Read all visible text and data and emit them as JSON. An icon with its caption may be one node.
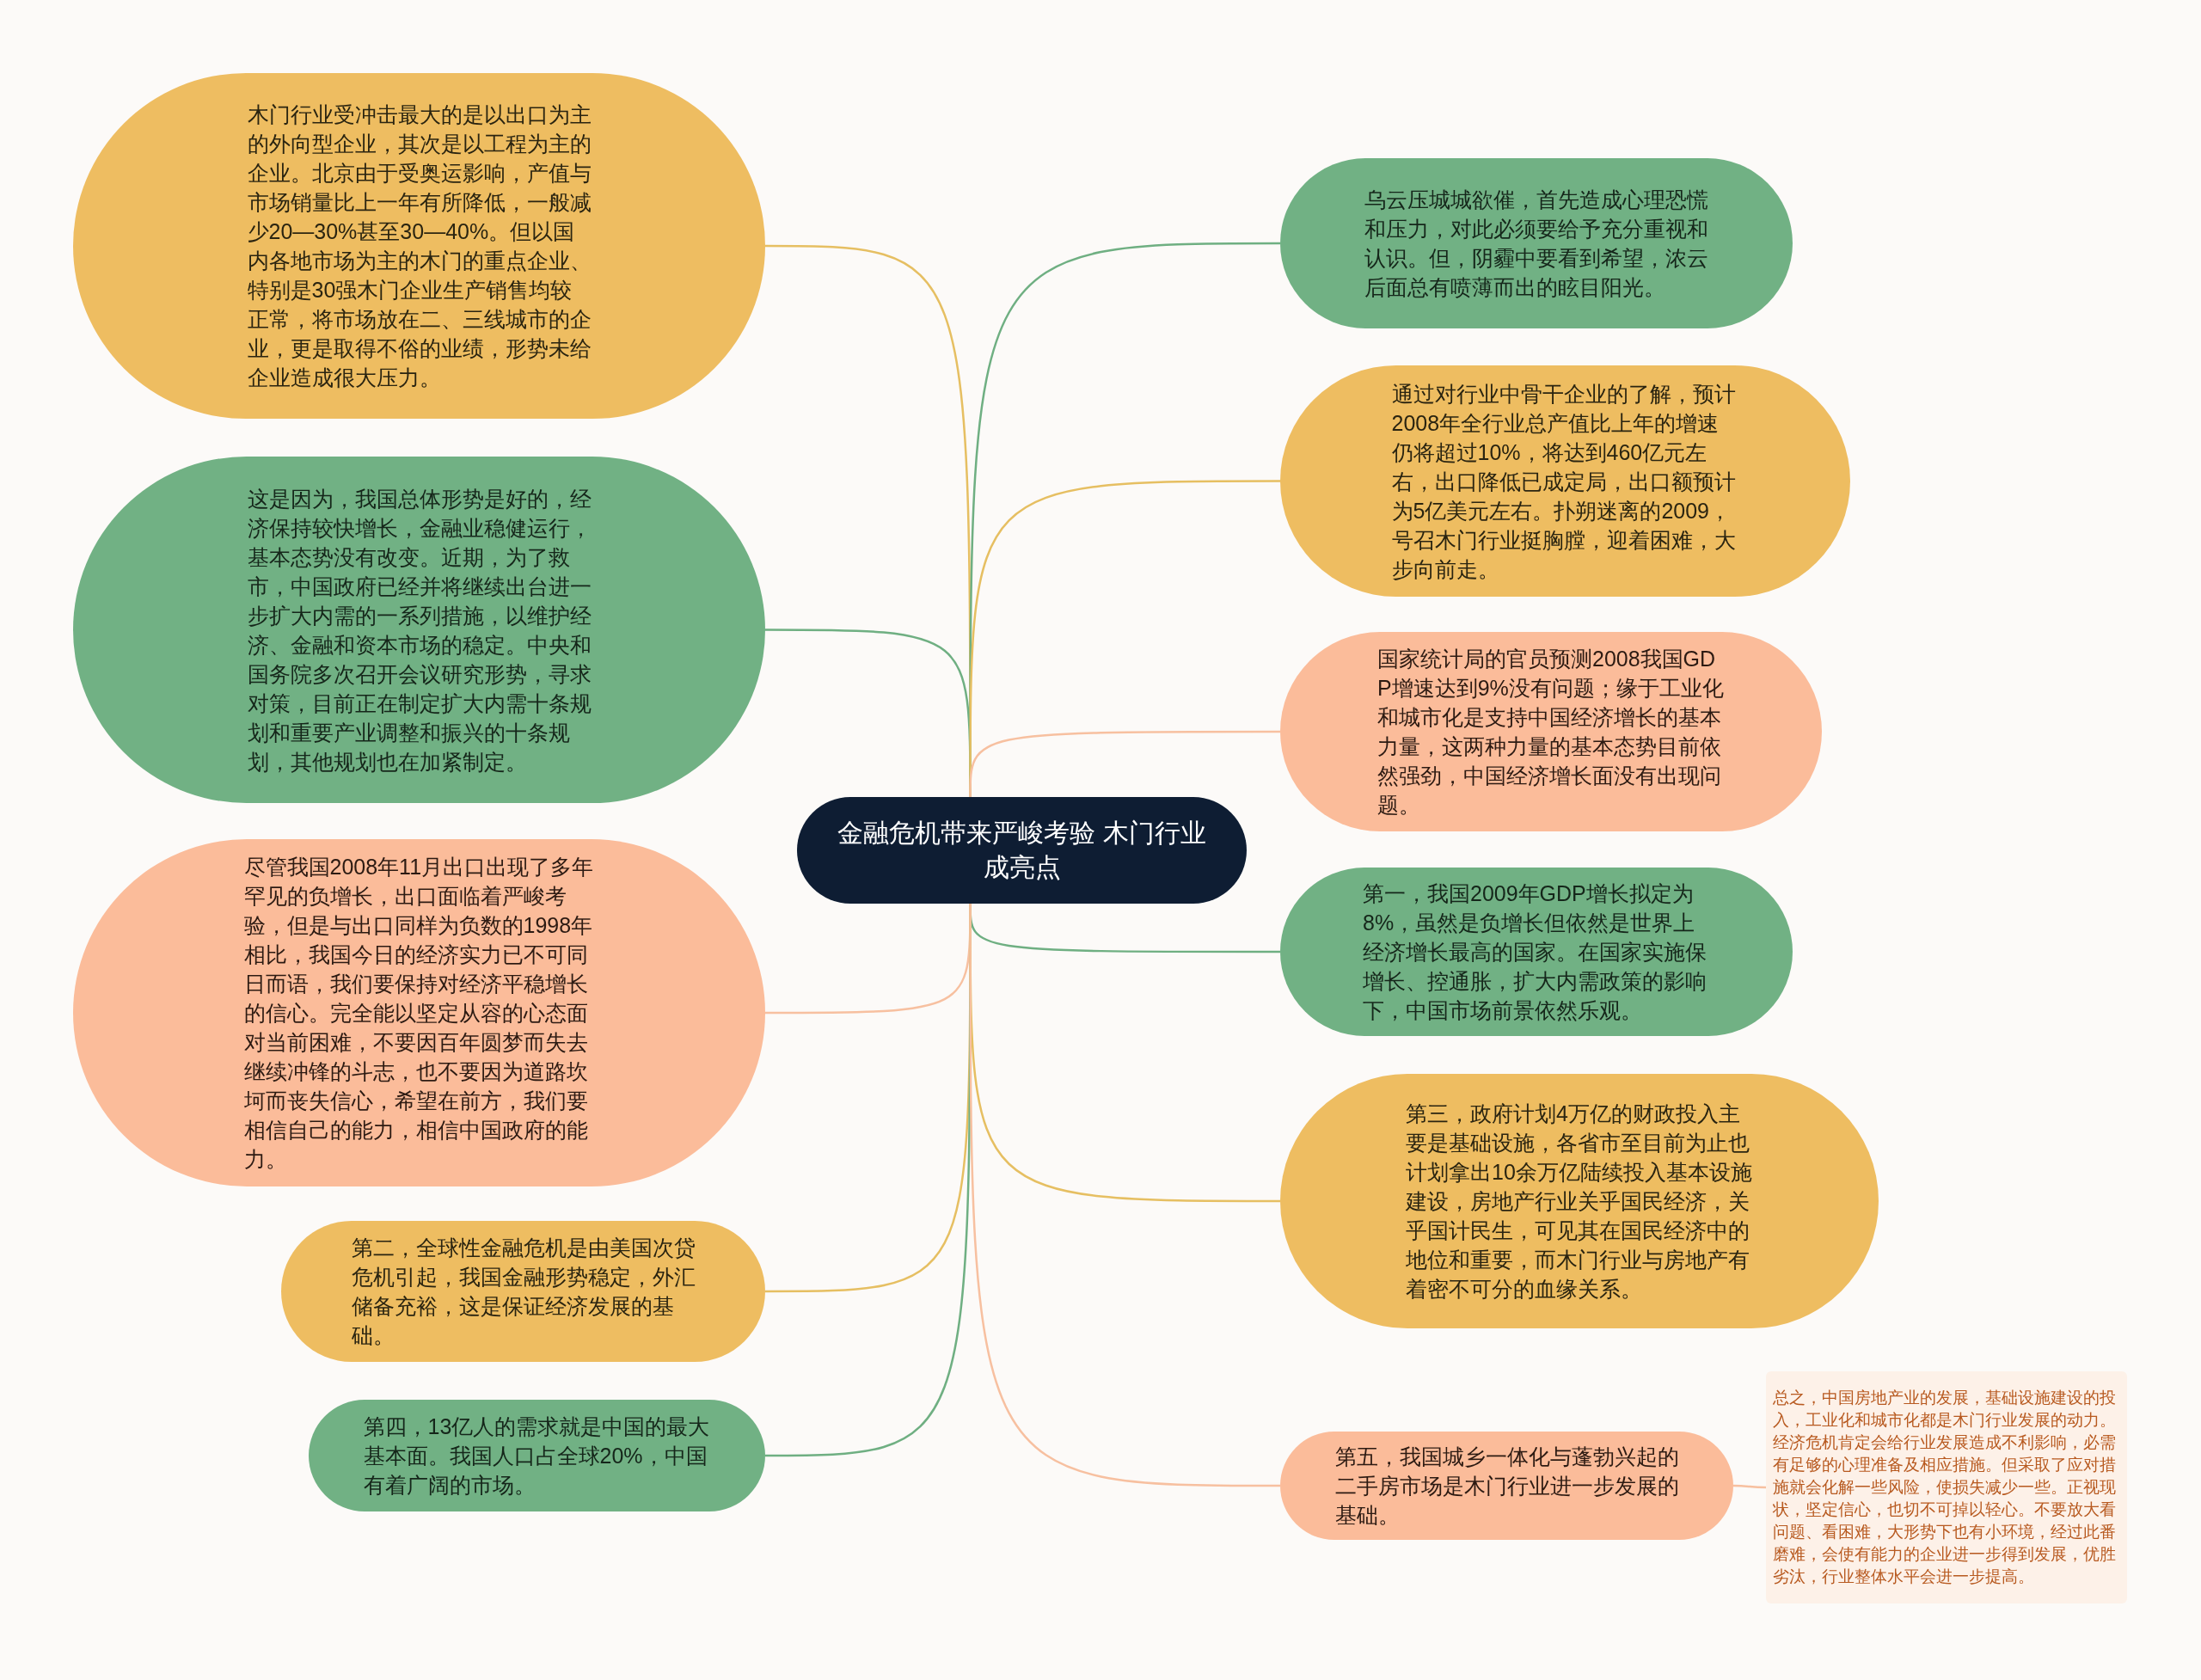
{
  "diagram": {
    "nodes": [
      {
        "text": [
          "金融危机带来严峻考验 木门行业成亮点"
        ]
      },
      {
        "text": [
          "木门行业受冲击最大的是以出口为主的外向型企业，其次是以工程为主的企业。北京由于受奥运影响，产值与市场销量比上一年有所降低，一般减少20—30%甚至30—40%。但以国内各地市场为主的木门的重点企业、特别是30强木门企业生产销售均较正常，将市场放在二、三线城市的企业，更是取得不俗的业绩，形势未给企业造成很大压力。"
        ]
      },
      {
        "text": [
          "这是因为，我国总体形势是好的，经济保持较快增长，金融业稳健运行，基本态势没有改变。近期，为了救市，中国政府已经并将继续出台进一步扩大内需的一系列措施，以维护经济、金融和资本市场的稳定。中央和国务院多次召开会议研究形势，寻求对策，目前正在制定扩大内需十条规划和重要产业调整和振兴的十条规划，其他规划也在加紧制定。"
        ]
      },
      {
        "text": [
          "尽管我国2008年11月出口出现了多年罕见的负增长，出口面临着严峻考验，但是与出口同样为负数的1998年相比，我国今日的经济实力已不可同日而语，我们要保持对经济平稳增长的信心。完全能以坚定从容的心态面对当前困难，不要因百年圆梦而失去继续冲锋的斗志，也不要因为道路坎坷而丧失信心，希望在前方，我们要相信自己的能力，相信中国政府的能力。"
        ]
      },
      {
        "text": [
          "第二，全球性金融危机是由美国次贷危机引起，我国金融形势稳定，外汇储备充裕，这是保证经济发展的基础。"
        ]
      },
      {
        "text": [
          "第四，13亿人的需求就是中国的最大基本面。我国人口占全球20%，中国有着广阔的市场。"
        ]
      },
      {
        "text": [
          "乌云压城城欲催，首先造成心理恐慌和压力，对此必须要给予充分重视和认识。但，阴霾中要看到希望，浓云后面总有喷薄而出的眩目阳光。"
        ]
      },
      {
        "text": [
          "通过对行业中骨干企业的了解，预计2008年全行业总产值比上年的增速仍将超过10%，将达到460亿元左右，出口降低已成定局，出口额预计为5亿美元左右。扑朔迷离的2009，号召木门行业挺胸膛，迎着困难，大步向前走。"
        ]
      },
      {
        "text": [
          "国家统计局的官员预测2008我国GDP增速达到9%没有问题；缘于工业化和城市化是支持中国经济增长的基本力量，这两种力量的基本态势目前依然强劲，中国经济增长面没有出现问题。"
        ]
      },
      {
        "text": [
          "第一，我国2009年GDP增长拟定为8%，虽然是负增长但依然是世界上经济增长最高的国家。在国家实施保增长、控通胀，扩大内需政策的影响下，中国市场前景依然乐观。"
        ]
      },
      {
        "text": [
          "第三，政府计划4万亿的财政投入主要是基础设施，各省市至目前为止也计划拿出10余万亿陆续投入基本设施建设，房地产行业关乎国民经济，关乎国计民生，可见其在国民经济中的地位和重要，而木门行业与房地产有着密不可分的血缘关系。"
        ]
      },
      {
        "text": [
          "第五，我国城乡一体化与蓬勃兴起的二手房市场是木门行业进一步发展的基础。"
        ]
      },
      {
        "text": [
          "总之，中国房地产业的发展，基础设施建设的投入，工业化和城市化都是木门行业发展的动力。经济危机肯定会给行业发展造成不利影响，必需有足够的心理准备及相应措施。但采取了应对措施就会化解一些风险，使损失减少一些。正视现状，坚定信心，也切不可掉以轻心。不要放大看问题、看困难，大形势下也有小环境，经过此番磨难，会使有能力的企业进一步得到发展，优胜劣汰，行业整体水平会进一步提高。"
        ]
      }
    ],
    "edges": [
      {
        "from": 0,
        "to": 1,
        "arrow": "none",
        "color": "#e6bf62"
      },
      {
        "from": 0,
        "to": 2,
        "arrow": "none",
        "color": "#6faf82"
      },
      {
        "from": 0,
        "to": 3,
        "arrow": "none",
        "color": "#f7c0a0"
      },
      {
        "from": 0,
        "to": 4,
        "arrow": "none",
        "color": "#e6bf62"
      },
      {
        "from": 0,
        "to": 5,
        "arrow": "none",
        "color": "#6faf82"
      },
      {
        "from": 0,
        "to": 6,
        "arrow": "none",
        "color": "#6faf82"
      },
      {
        "from": 0,
        "to": 7,
        "arrow": "none",
        "color": "#e6bf62"
      },
      {
        "from": 0,
        "to": 8,
        "arrow": "none",
        "color": "#f7c0a0"
      },
      {
        "from": 0,
        "to": 9,
        "arrow": "none",
        "color": "#6faf82"
      },
      {
        "from": 0,
        "to": 10,
        "arrow": "none",
        "color": "#e6bf62"
      },
      {
        "from": 0,
        "to": 11,
        "arrow": "none",
        "color": "#f7c0a0"
      },
      {
        "from": 11,
        "to": 12,
        "arrow": "none",
        "color": "#f7c0a0"
      }
    ]
  }
}
